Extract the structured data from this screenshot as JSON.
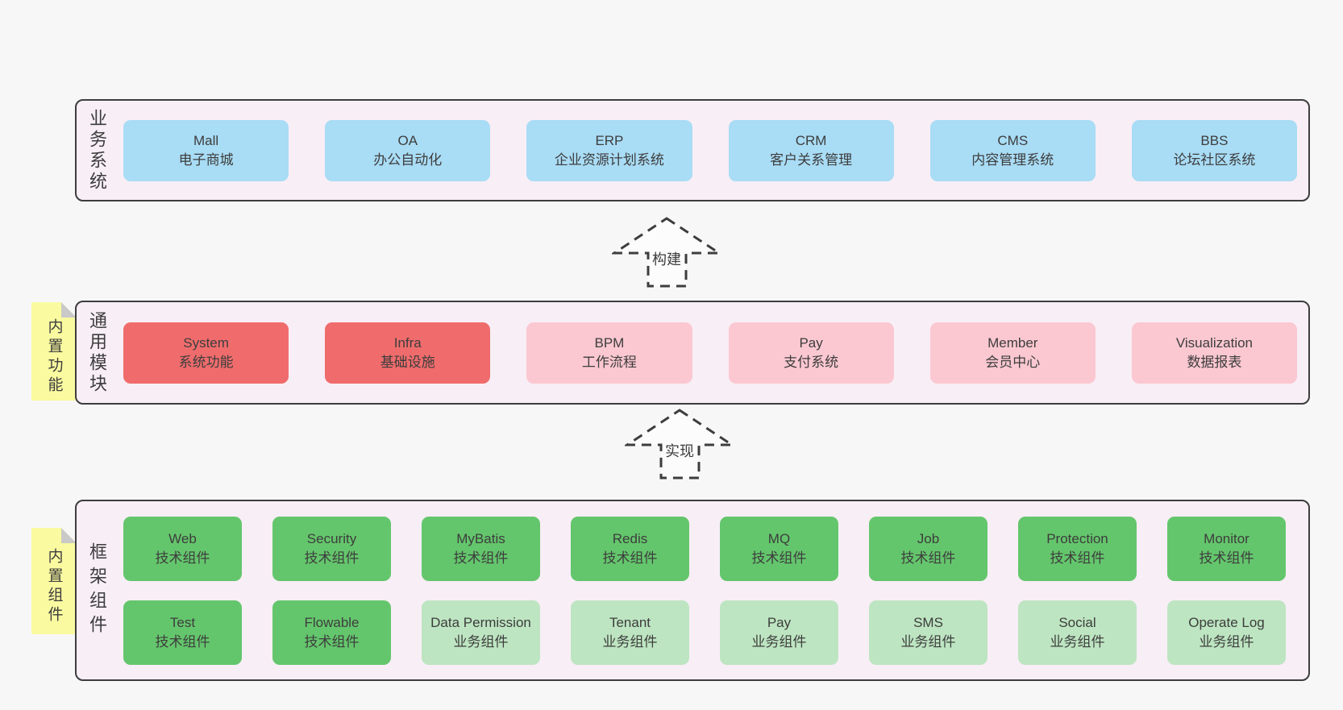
{
  "colors": {
    "page_bg": "#f7f7f7",
    "section_bg": "#f8eef6",
    "border": "#3d3d3d",
    "text": "#3d3d3d",
    "blue": "#a9dcf5",
    "red": "#f06c6c",
    "pink": "#fbc8d1",
    "green": "#64c66c",
    "lightgreen": "#bde5c1",
    "yellow": "#fafaa0",
    "fold": "#c9c9c9"
  },
  "arrows": [
    {
      "label": "构建"
    },
    {
      "label": "实现"
    }
  ],
  "sections": [
    {
      "label": "业务系统",
      "tab": null,
      "rows": [
        [
          {
            "title": "Mall",
            "subtitle": "电子商城",
            "variant": "blue"
          },
          {
            "title": "OA",
            "subtitle": "办公自动化",
            "variant": "blue"
          },
          {
            "title": "ERP",
            "subtitle": "企业资源计划系统",
            "variant": "blue"
          },
          {
            "title": "CRM",
            "subtitle": "客户关系管理",
            "variant": "blue"
          },
          {
            "title": "CMS",
            "subtitle": "内容管理系统",
            "variant": "blue"
          },
          {
            "title": "BBS",
            "subtitle": "论坛社区系统",
            "variant": "blue"
          }
        ]
      ]
    },
    {
      "label": "通用模块",
      "tab": "内置功能",
      "rows": [
        [
          {
            "title": "System",
            "subtitle": "系统功能",
            "variant": "red"
          },
          {
            "title": "Infra",
            "subtitle": "基础设施",
            "variant": "red"
          },
          {
            "title": "BPM",
            "subtitle": "工作流程",
            "variant": "pink"
          },
          {
            "title": "Pay",
            "subtitle": "支付系统",
            "variant": "pink"
          },
          {
            "title": "Member",
            "subtitle": "会员中心",
            "variant": "pink"
          },
          {
            "title": "Visualization",
            "subtitle": "数据报表",
            "variant": "pink"
          }
        ]
      ]
    },
    {
      "label": "框架组件",
      "tab": "内置组件",
      "rows": [
        [
          {
            "title": "Web",
            "subtitle": "技术组件",
            "variant": "green"
          },
          {
            "title": "Security",
            "subtitle": "技术组件",
            "variant": "green"
          },
          {
            "title": "MyBatis",
            "subtitle": "技术组件",
            "variant": "green"
          },
          {
            "title": "Redis",
            "subtitle": "技术组件",
            "variant": "green"
          },
          {
            "title": "MQ",
            "subtitle": "技术组件",
            "variant": "green"
          },
          {
            "title": "Job",
            "subtitle": "技术组件",
            "variant": "green"
          },
          {
            "title": "Protection",
            "subtitle": "技术组件",
            "variant": "green"
          },
          {
            "title": "Monitor",
            "subtitle": "技术组件",
            "variant": "green"
          }
        ],
        [
          {
            "title": "Test",
            "subtitle": "技术组件",
            "variant": "green"
          },
          {
            "title": "Flowable",
            "subtitle": "技术组件",
            "variant": "green"
          },
          {
            "title": "Data Permission",
            "subtitle": "业务组件",
            "variant": "lightgreen"
          },
          {
            "title": "Tenant",
            "subtitle": "业务组件",
            "variant": "lightgreen"
          },
          {
            "title": "Pay",
            "subtitle": "业务组件",
            "variant": "lightgreen"
          },
          {
            "title": "SMS",
            "subtitle": "业务组件",
            "variant": "lightgreen"
          },
          {
            "title": "Social",
            "subtitle": "业务组件",
            "variant": "lightgreen"
          },
          {
            "title": "Operate Log",
            "subtitle": "业务组件",
            "variant": "lightgreen"
          }
        ]
      ]
    }
  ]
}
